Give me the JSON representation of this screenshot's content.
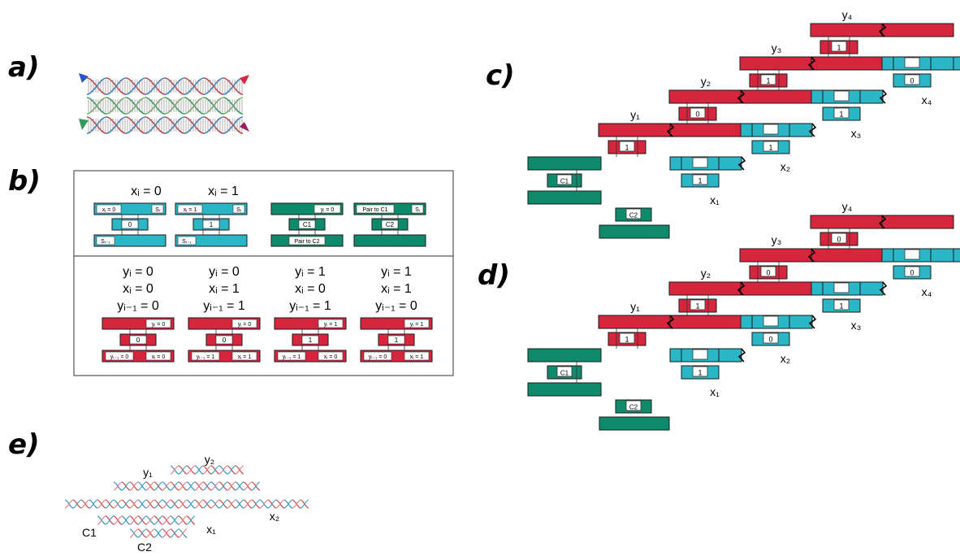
{
  "panel_labels": {
    "a": "a)",
    "b": "b)",
    "c": "c)",
    "d": "d)",
    "e": "e)"
  },
  "colors": {
    "red": "#d6253d",
    "cyan": "#29b6c6",
    "green": "#0f8a6c",
    "outline": "#1a1a1a",
    "box_border": "#555555"
  },
  "b_top": {
    "headers": [
      "xᵢ = 0",
      "xᵢ = 1"
    ],
    "tiles": [
      {
        "top_left": "xᵢ = 0",
        "top_right": "Sᵢ",
        "middle": "0",
        "bottom_left": "Sᵢ₋₁"
      },
      {
        "top_left": "xᵢ = 1",
        "top_right": "Sᵢ",
        "middle": "1",
        "bottom_left": "Sᵢ₋₁"
      },
      {
        "top_right": "yᵢ = 0",
        "middle": "C1",
        "bottom": "Pair to C2"
      },
      {
        "top_left": "Pair to C1",
        "top_right": "Sᵢ",
        "middle": "C2"
      }
    ]
  },
  "b_bottom": {
    "columns": [
      {
        "y": "yᵢ = 0",
        "x": "xᵢ = 0",
        "yprev": "yᵢ₋₁ = 0",
        "top": "yᵢ = 0",
        "mid": "0",
        "bl": "yᵢ₋₁ = 0",
        "br": "xᵢ = 0"
      },
      {
        "y": "yᵢ = 0",
        "x": "xᵢ = 1",
        "yprev": "yᵢ₋₁ = 1",
        "top": "yᵢ = 0",
        "mid": "0",
        "bl": "yᵢ₋₁ = 1",
        "br": "xᵢ = 1"
      },
      {
        "y": "yᵢ = 1",
        "x": "xᵢ = 0",
        "yprev": "yᵢ₋₁ = 1",
        "top": "yᵢ = 1",
        "mid": "1",
        "bl": "yᵢ₋₁ = 1",
        "br": "xᵢ = 0"
      },
      {
        "y": "yᵢ = 1",
        "x": "xᵢ = 1",
        "yprev": "yᵢ₋₁ = 0",
        "top": "yᵢ = 1",
        "mid": "1",
        "bl": "yᵢ₋₁ = 0",
        "br": "xᵢ = 1"
      }
    ]
  },
  "c": {
    "y_labels": [
      "y₁",
      "y₂",
      "y₃",
      "y₄"
    ],
    "x_labels": [
      "x₁",
      "x₂",
      "x₃",
      "x₄"
    ],
    "y_bits": [
      "1",
      "0",
      "1",
      "1"
    ],
    "x_bits": [
      "1",
      "1",
      "1",
      "0"
    ],
    "c1": "C1",
    "c2": "C2"
  },
  "d": {
    "y_labels": [
      "y₁",
      "y₂",
      "y₃",
      "y₄"
    ],
    "x_labels": [
      "x₁",
      "x₂",
      "x₃",
      "x₄"
    ],
    "y_bits": [
      "1",
      "1",
      "0",
      "0"
    ],
    "x_bits": [
      "1",
      "0",
      "1",
      "0"
    ],
    "c1": "C1",
    "c2": "C2"
  },
  "e": {
    "labels": [
      "y₁",
      "y₂",
      "x₁",
      "x₂",
      "C1",
      "C2"
    ]
  }
}
